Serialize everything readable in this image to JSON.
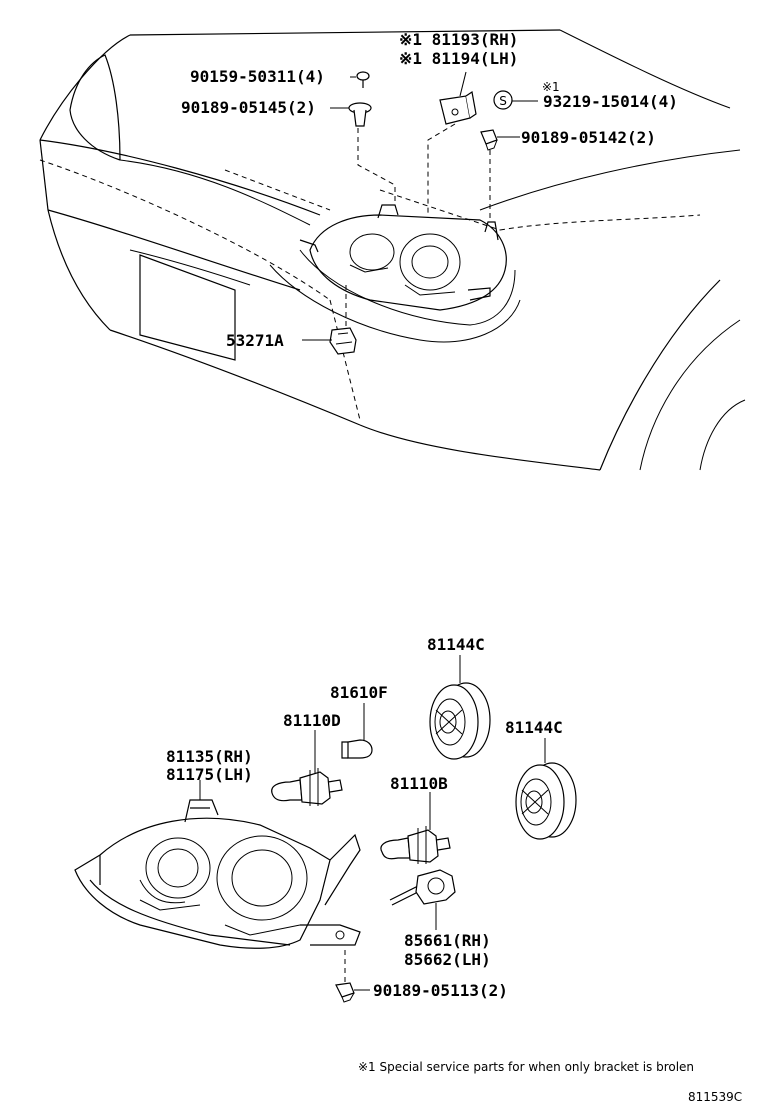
{
  "labels": {
    "bracket_rh": "※1 81193(RH)",
    "bracket_lh": "※1 81194(LH)",
    "screw_90159": "90159-50311(4)",
    "clip_90189_05145": "90189-05145(2)",
    "mark_s1": "※1",
    "s_symbol": "S",
    "screw_93219": "93219-15014(4)",
    "nut_90189_05142": "90189-05142(2)",
    "part_53271a": "53271A",
    "cover_81144c_top": "81144C",
    "bulb_81610f": "81610F",
    "bulb_81110d": "81110D",
    "cover_81144c_right": "81144C",
    "unit_rh": "81135(RH)",
    "unit_lh": "81175(LH)",
    "bulb_81110b": "81110B",
    "socket_rh": "85661(RH)",
    "socket_lh": "85662(LH)",
    "clip_90189_05113": "90189-05113(2)"
  },
  "footnote": "※1 Special service parts for when only bracket is brolen",
  "figure_code": "811539C"
}
